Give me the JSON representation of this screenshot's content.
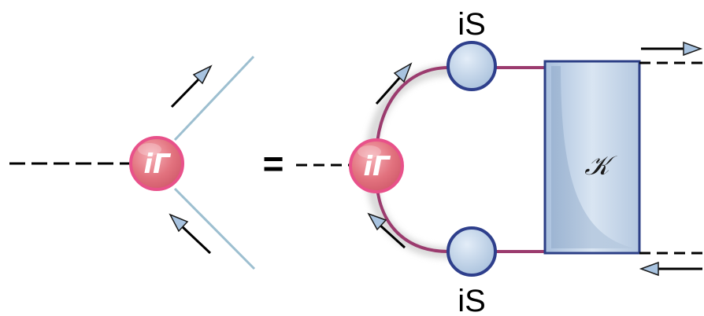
{
  "left_side": {
    "vertex_label": "iΓ"
  },
  "equals_sign": "=",
  "right_side": {
    "vertex_label": "iΓ",
    "propagator_top_label": "iS",
    "propagator_bottom_label": "iS",
    "kernel_label": "𝒦"
  },
  "colors": {
    "vertex_fill": "#e2727e",
    "vertex_outline": "#e8518a",
    "propagator_fill": "#b9cde3",
    "propagator_outline": "#2e3f8c",
    "loop_line": "#9b3b6e",
    "outgoing_legs": "#9dbfd0",
    "kernel_fill": "#c4d5e8",
    "kernel_outline": "#2c3f86",
    "arrow_head_fill": "#a8c3e0"
  }
}
